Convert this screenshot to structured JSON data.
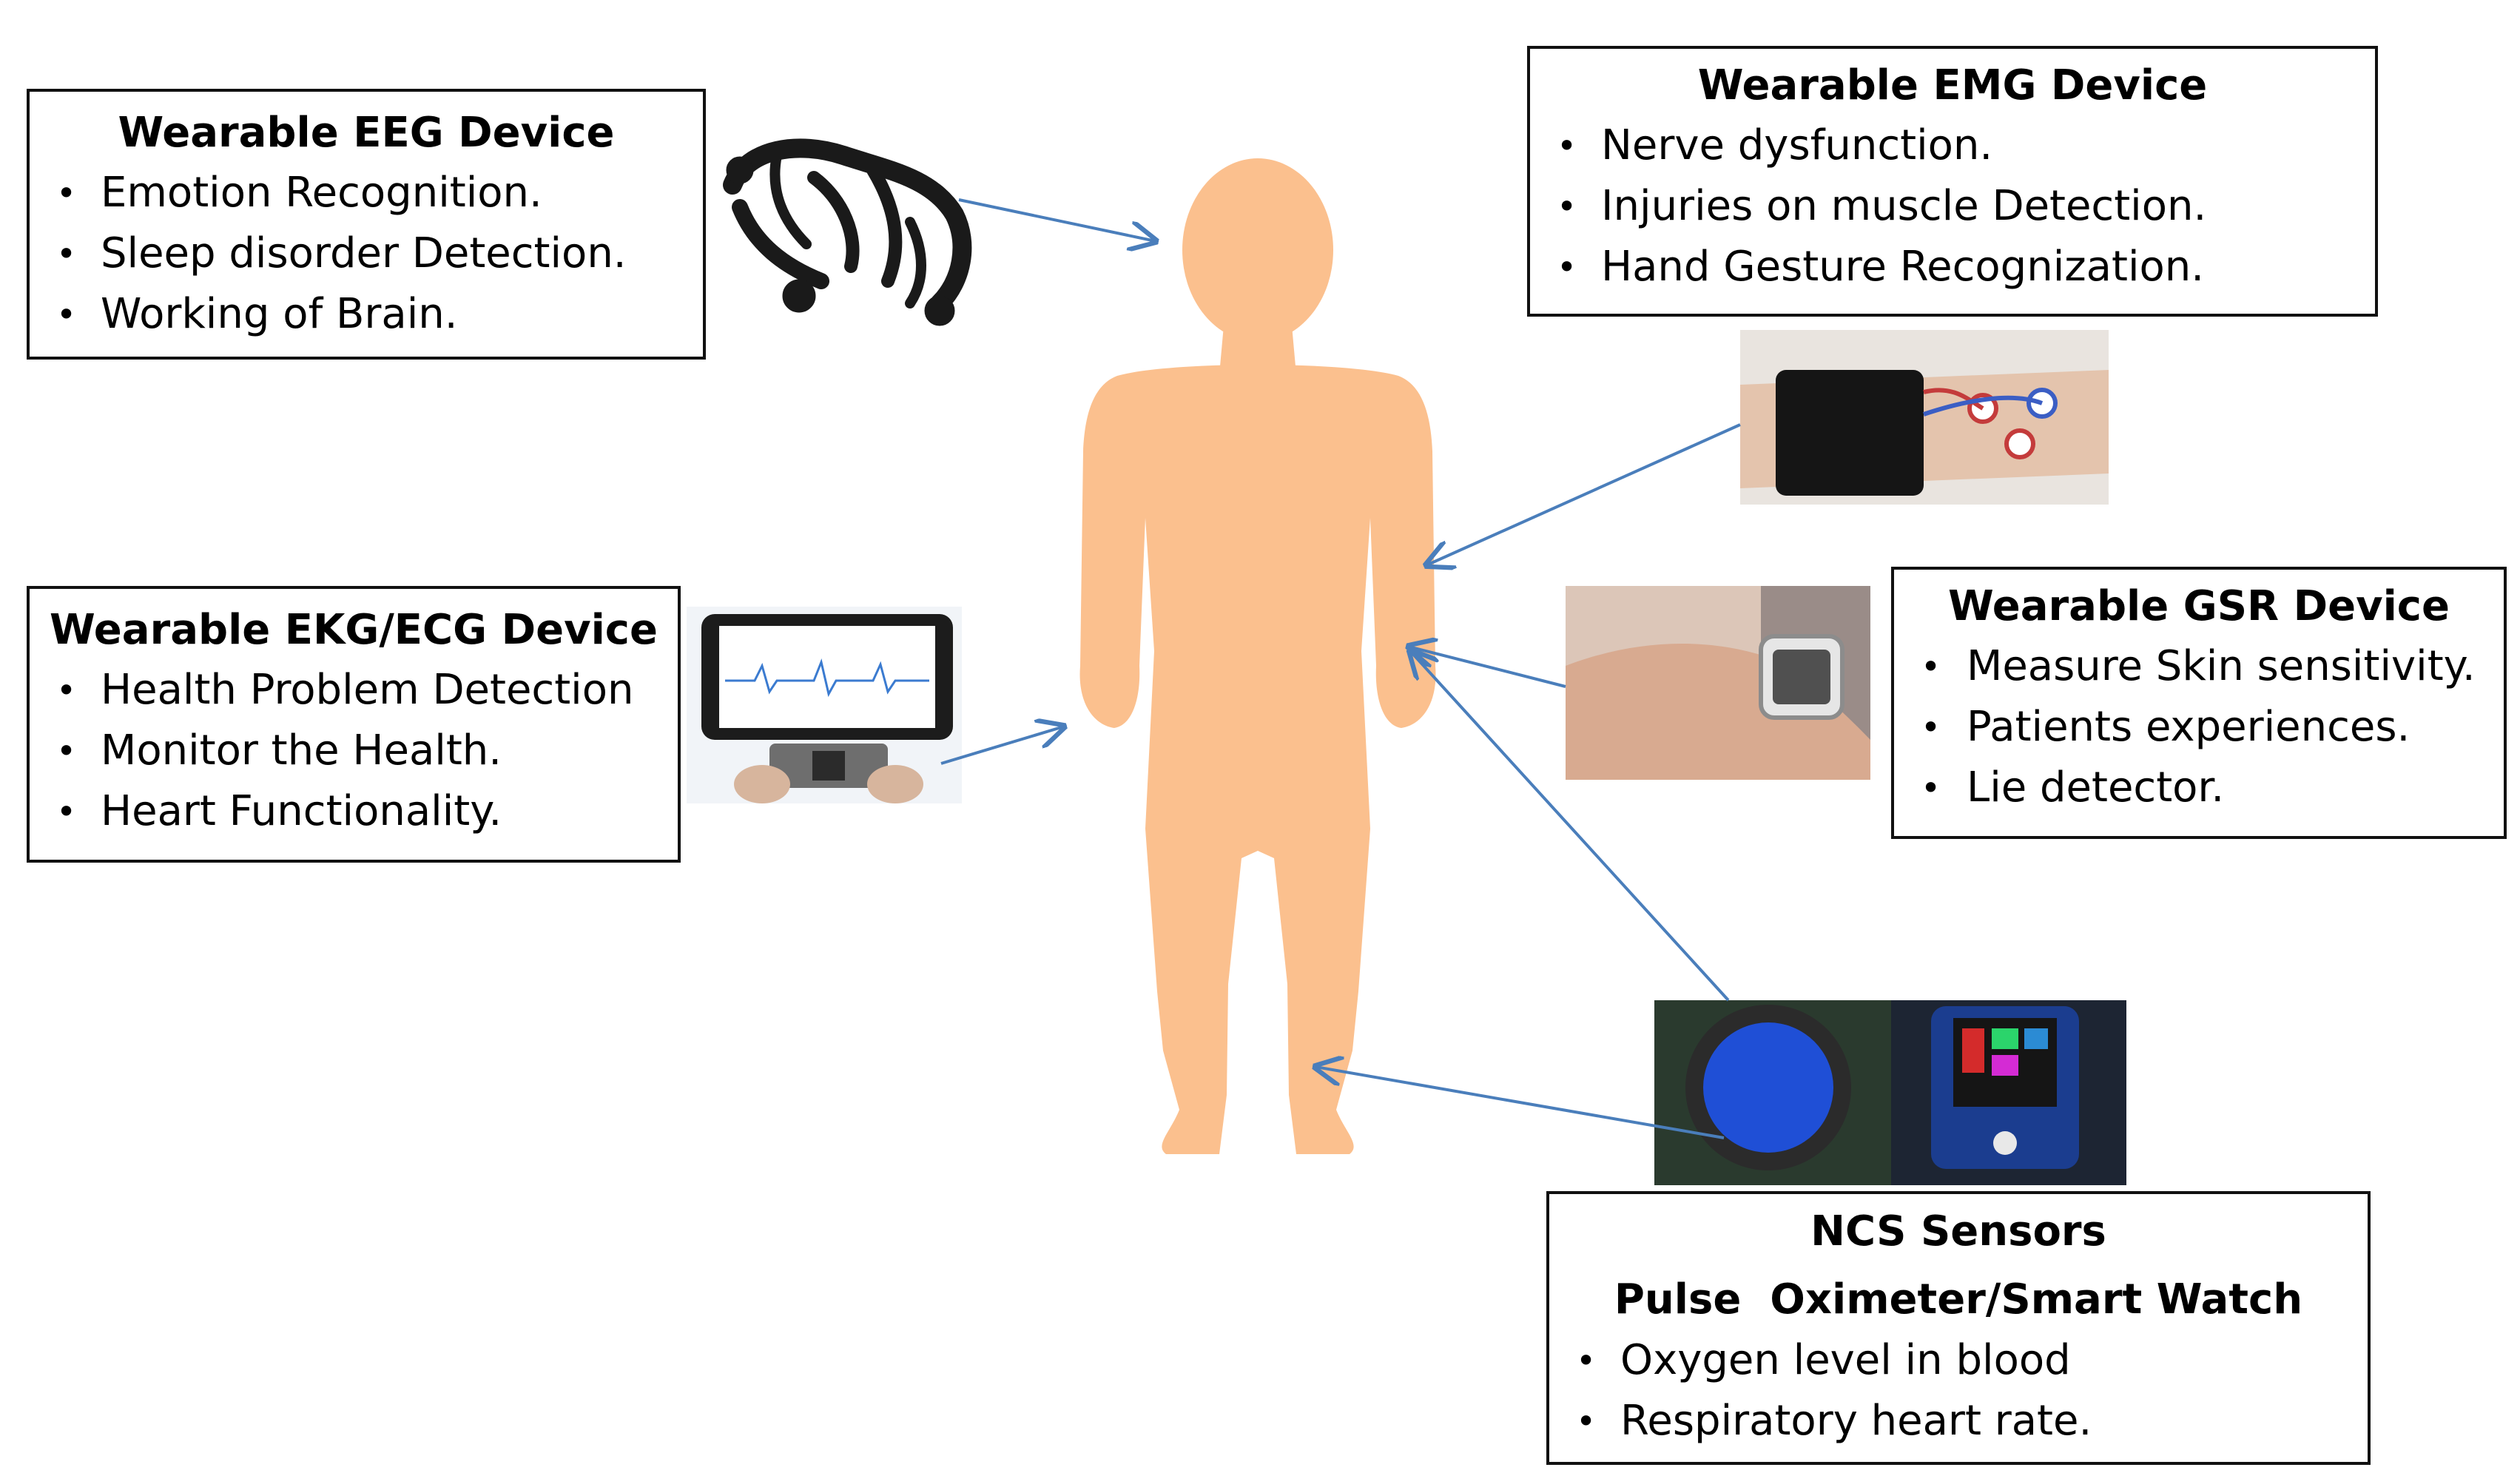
{
  "eeg": {
    "title": "Wearable EEG Device",
    "items": [
      "Emotion Recognition.",
      "Sleep disorder Detection.",
      "Working of Brain."
    ]
  },
  "emg": {
    "title": "Wearable EMG Device",
    "items": [
      "Nerve dysfunction.",
      "Injuries on muscle Detection.",
      "Hand Gesture Recognization."
    ]
  },
  "ecg": {
    "title": "Wearable EKG/ECG Device",
    "items": [
      "Health Problem Detection",
      "Monitor the Health.",
      "Heart Functionality."
    ]
  },
  "gsr": {
    "title": "Wearable GSR Device",
    "items": [
      "Measure Skin sensitivity.",
      "Patients experiences.",
      "Lie detector."
    ]
  },
  "ncs": {
    "title_line1": "NCS Sensors",
    "title_line2": "Pulse  Oximeter/Smart Watch",
    "items": [
      "Oxygen level in blood",
      "Respiratory heart rate."
    ]
  },
  "colors": {
    "body_silhouette": "#FBC08E",
    "arrow": "#4A7EBB",
    "box_border": "#111111"
  }
}
